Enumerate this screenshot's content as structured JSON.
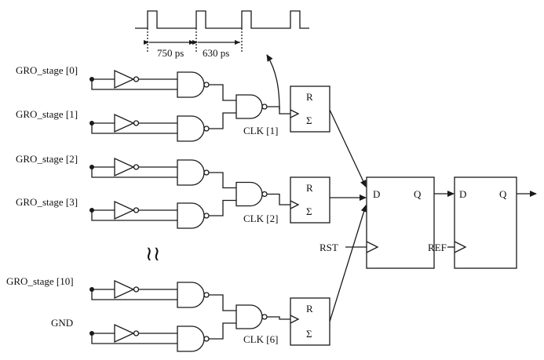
{
  "timing": {
    "period_1": "750 ps",
    "period_2": "630 ps"
  },
  "inputs": {
    "in0": "GRO_stage [0]",
    "in1": "GRO_stage [1]",
    "in2": "GRO_stage [2]",
    "in3": "GRO_stage [3]",
    "in10": "GRO_stage [10]",
    "gnd": "GND"
  },
  "clocks": {
    "clk1": "CLK [1]",
    "clk2": "CLK [2]",
    "clk6": "CLK [6]"
  },
  "counter": {
    "reset": "R",
    "sum": "Σ"
  },
  "flipflop1": {
    "d": "D",
    "q": "Q",
    "rst": "RST"
  },
  "flipflop2": {
    "d": "D",
    "q": "Q",
    "ref": "REF"
  },
  "ellipsis": "≀≀"
}
